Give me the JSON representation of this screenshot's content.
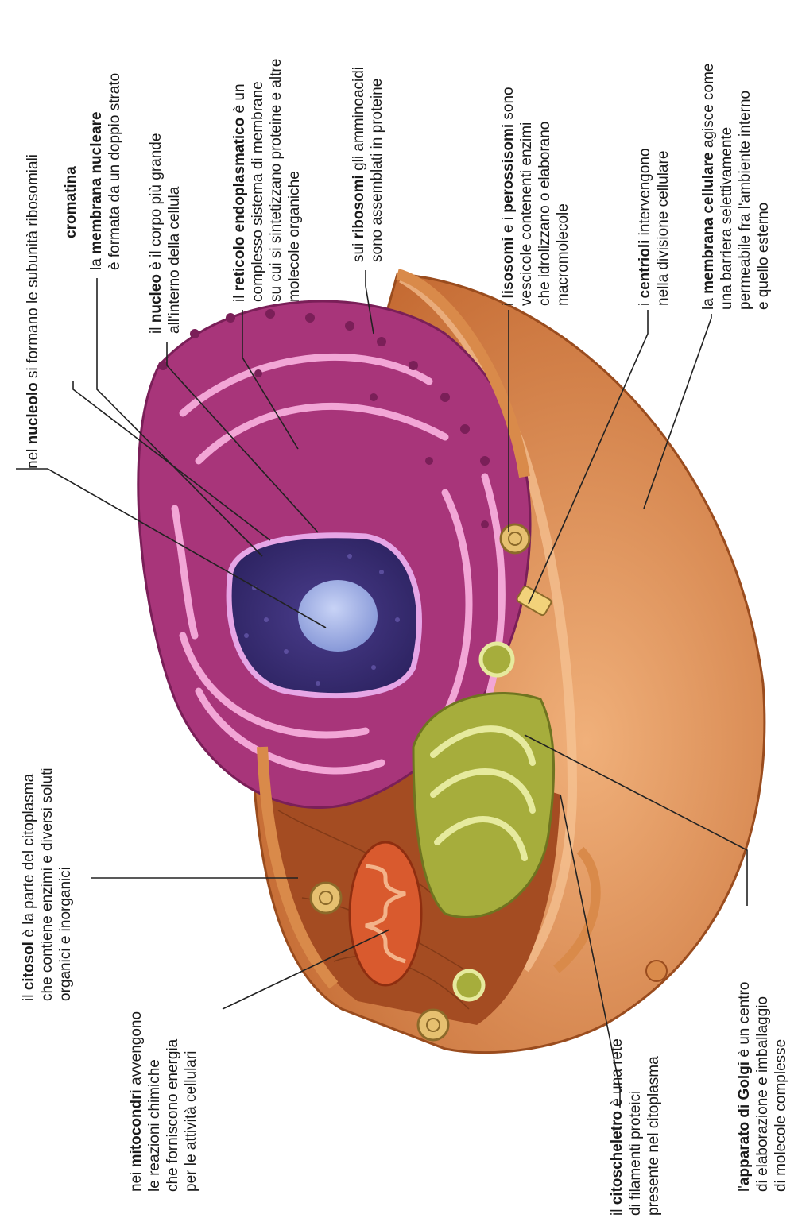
{
  "labels": {
    "nucleolo": {
      "line1_pre": "nel ",
      "line1_bold": "nucleolo",
      "line1_post": " si formano le subunità ribosomiali"
    },
    "cromatina": {
      "line1_bold": "cromatina"
    },
    "membrana_nucleare": {
      "line1_pre": "la ",
      "line1_bold": "membrana nucleare",
      "line2": "è formata da un doppio strato"
    },
    "nucleo": {
      "line1_pre": "il ",
      "line1_bold": "nucleo",
      "line1_post": " è il corpo più grande",
      "line2": "all'interno della cellula"
    },
    "reticolo": {
      "line1_pre": "il ",
      "line1_bold": "reticolo endoplasmatico",
      "line1_post": " è un",
      "line2": "complesso sistema di membrane",
      "line3": "su cui si sintetizzano proteine e altre",
      "line4": "molecole organiche"
    },
    "ribosomi": {
      "line1_pre": "sui ",
      "line1_bold": "ribosomi",
      "line1_post": " gli amminoacidi",
      "line2": "sono assemblati in proteine"
    },
    "lisosomi": {
      "line1_pre": "i ",
      "line1_bold": "lisosomi",
      "line1_mid": " e i ",
      "line1_bold2": "perossisomi",
      "line1_post": " sono",
      "line2": "vescicole contenenti enzimi",
      "line3": "che idrolizzano o elaborano",
      "line4": "macromolecole"
    },
    "centrioli": {
      "line1_pre": "i ",
      "line1_bold": "centrioli",
      "line1_post": " intervengono",
      "line2": "nella divisione cellulare"
    },
    "membrana_cellulare": {
      "line1_pre": "la ",
      "line1_bold": "membrana cellulare",
      "line1_post": " agisce come",
      "line2": "una barriera selettivamente",
      "line3": "permeabile fra l'ambiente interno",
      "line4": "e quello esterno"
    },
    "citosol": {
      "line1_pre": "il ",
      "line1_bold": "citosol",
      "line1_post": " è la parte del citoplasma",
      "line2": "che contiene enzimi e diversi soluti",
      "line3": "organici e inorganici"
    },
    "mitocondri": {
      "line1_pre": "nei ",
      "line1_bold": "mitocondri",
      "line1_post": " avvengono",
      "line2": "le reazioni chimiche",
      "line3": "che forniscono energia",
      "line4": "per le attività cellulari"
    },
    "citoscheletro": {
      "line1_pre": "il ",
      "line1_bold": "citoscheletro",
      "line1_post": " è una rete",
      "line2": "di filamenti proteici",
      "line3": "presente nel citoplasma"
    },
    "golgi": {
      "line1_pre": "l'",
      "line1_bold": "apparato di Golgi",
      "line1_post": " è un centro",
      "line2": "di elaborazione e imballaggio",
      "line3": "di molecole complesse"
    }
  },
  "colors": {
    "membrane": "#c8743a",
    "membrane_light": "#e8a064",
    "er": "#a8357a",
    "er_light": "#f2a6d6",
    "nucleus": "#3a2f7a",
    "nucleolus": "#9fb0e8",
    "golgi": "#a6ad3c",
    "golgi_light": "#e6ea9e",
    "mitochondrion": "#d95a2e",
    "cytosol": "#b4572a"
  }
}
